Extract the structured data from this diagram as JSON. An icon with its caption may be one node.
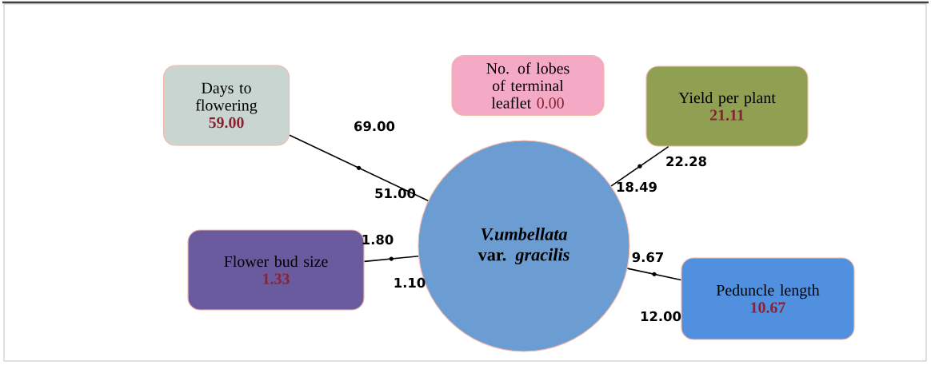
{
  "diagram": {
    "nodes": [
      {
        "text": [
          "Days to flowering",
          "59.00"
        ]
      },
      {
        "text": [
          "No. of lobes of terminal leaflet",
          "0.00"
        ]
      },
      {
        "text": [
          "Yield per plant",
          "21.11"
        ]
      },
      {
        "text": [
          "*V.umbellata* var. *gracilis*"
        ]
      },
      {
        "text": [
          "Flower bud size",
          "1.33"
        ]
      },
      {
        "text": [
          "Peduncle length",
          "10.67"
        ]
      }
    ],
    "edges": [
      {
        "from": 3,
        "to": 0,
        "arrow": "none"
      },
      {
        "from": 3,
        "to": 2,
        "arrow": "none"
      },
      {
        "from": 3,
        "to": 4,
        "arrow": "none"
      },
      {
        "from": 3,
        "to": 5,
        "arrow": "none"
      }
    ],
    "labels": [
      "69.00",
      "22.28",
      "51.00",
      "18.49",
      "1.80",
      "1.10",
      "9.67",
      "12.00"
    ]
  }
}
